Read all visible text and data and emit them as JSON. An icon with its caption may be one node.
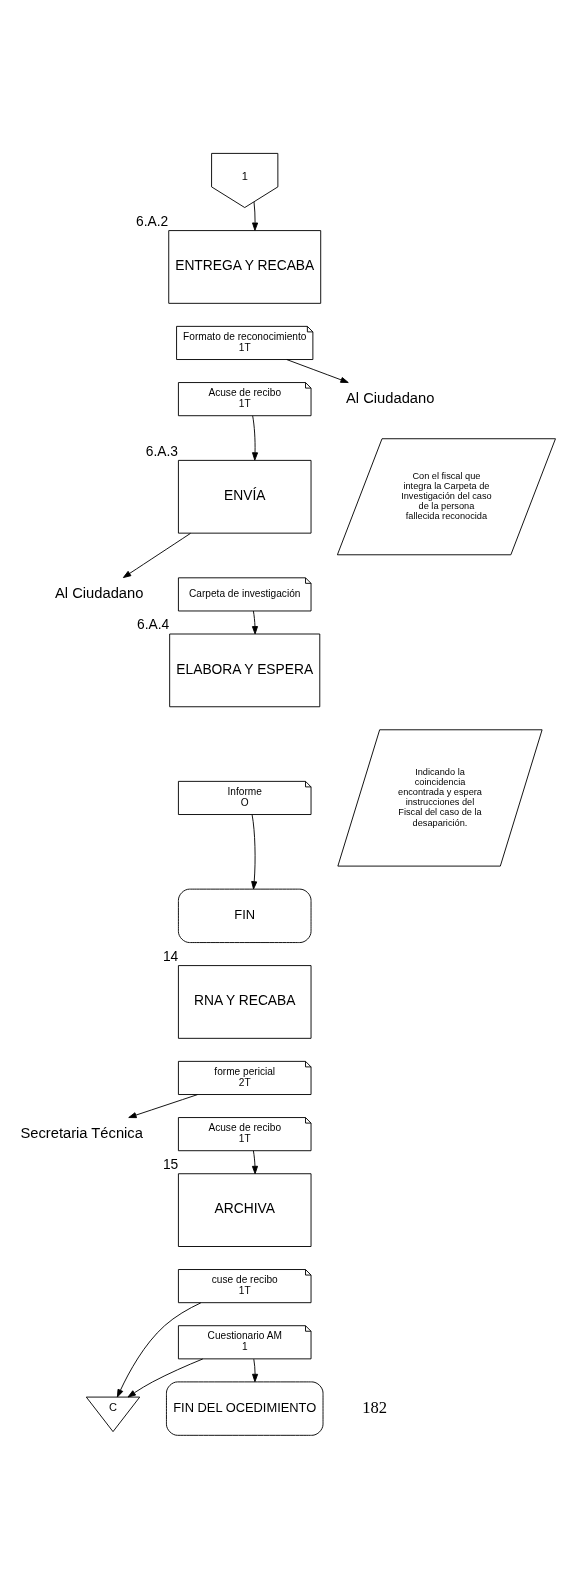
{
  "diagram": {
    "nodes": [
      {
        "text": [
          "1"
        ]
      },
      {
        "text": [
          "ENTREGA Y RECABA"
        ],
        "beside": [
          "6.A.2"
        ]
      },
      {
        "text": [
          "Formato de reconocimiento",
          "1T"
        ]
      },
      {
        "text": [
          "Acuse de recibo",
          "1T"
        ]
      },
      {
        "text": [
          "Al Ciudadano"
        ]
      },
      {
        "text": [
          "ENVÍA"
        ],
        "beside": [
          "6.A.3"
        ]
      },
      {
        "text": [
          "Al Ciudadano"
        ]
      },
      {
        "text": [
          "Con el fiscal que integra la Carpeta de Investigación del caso de la persona fallecida reconocida"
        ]
      },
      {
        "text": [
          "Carpeta de investigación"
        ]
      },
      {
        "text": [
          "ELABORA Y ESPERA"
        ],
        "beside": [
          "6.A.4"
        ]
      },
      {
        "text": [
          "Informe",
          "O"
        ]
      },
      {
        "text": [
          "Indicando la coincidencia encontrada y espera instrucciones del Fiscal del caso de la desaparición."
        ]
      },
      {
        "text": [
          "FIN"
        ]
      },
      {
        "text": [
          "RNA Y RECABA"
        ],
        "beside": [
          "14"
        ]
      },
      {
        "text": [
          "Secretaria Técnica"
        ]
      },
      {
        "text": [
          "forme pericial",
          "2T"
        ]
      },
      {
        "text": [
          "Acuse de recibo",
          "1T"
        ]
      },
      {
        "text": [
          "ARCHIVA"
        ],
        "beside": [
          "15"
        ]
      },
      {
        "text": [
          "cuse de recibo",
          "1T"
        ]
      },
      {
        "text": [
          "Cuestionario AM",
          "1"
        ]
      },
      {
        "text": [
          "C"
        ]
      },
      {
        "text": [
          "FIN DEL OCEDIMIENTO"
        ]
      }
    ],
    "edges": [
      {
        "from": 0,
        "to": 1,
        "arrow": "to"
      },
      {
        "from": 2,
        "to": 4,
        "arrow": "to"
      },
      {
        "from": 3,
        "to": 5,
        "arrow": "to"
      },
      {
        "from": 5,
        "to": 6,
        "arrow": "to"
      },
      {
        "from": 8,
        "to": 9,
        "arrow": "to"
      },
      {
        "from": 10,
        "to": 12,
        "arrow": "to"
      },
      {
        "from": 15,
        "to": 14,
        "arrow": "to"
      },
      {
        "from": 16,
        "to": 17,
        "arrow": "to"
      },
      {
        "from": 18,
        "to": 20,
        "arrow": "to"
      },
      {
        "from": 19,
        "to": 20,
        "arrow": "to"
      },
      {
        "from": 19,
        "to": 21,
        "arrow": "to"
      }
    ],
    "labels": [
      "182"
    ]
  }
}
